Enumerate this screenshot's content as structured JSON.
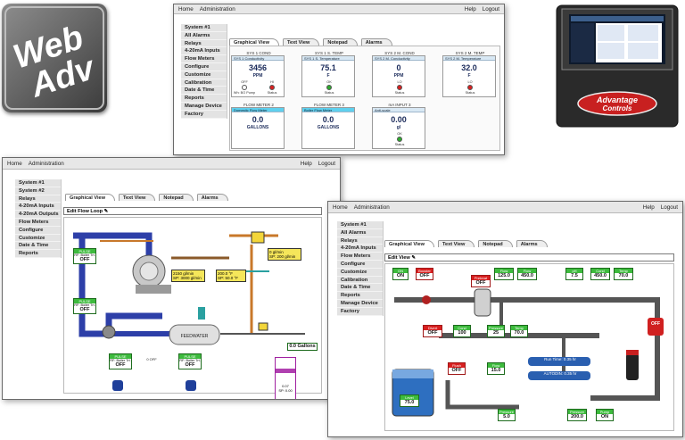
{
  "logo": {
    "line1": "Web",
    "line2": "Adv"
  },
  "device": {
    "brand_line1": "Advantage",
    "brand_line2": "Controls"
  },
  "nav": {
    "home": "Home",
    "admin": "Administration",
    "help": "Help",
    "logout": "Logout"
  },
  "window1": {
    "sidebar": [
      "System #1",
      "All Alarms",
      "Relays",
      "4-20mA Inputs",
      "Flow Meters",
      "Configure",
      "Customize",
      "Calibration",
      "Date & Time",
      "Reports",
      "Manage Device",
      "Factory"
    ],
    "tabs": [
      "Graphical View",
      "Text View",
      "Notepad",
      "Alarms"
    ],
    "gauges_row1": [
      {
        "title": "SYS 1 COND",
        "header": "SYS 1 Conductivity",
        "value": "3456",
        "unit": "PPM",
        "dots": [
          {
            "label": "OFF",
            "color": "#ffffff"
          },
          {
            "label": "HI",
            "color": "#d82020"
          }
        ],
        "dot_labels": [
          "Wh: BO Pump",
          "Status"
        ]
      },
      {
        "title": "SYS 1 S. TEMP",
        "header": "SYS 1 S. Temperature",
        "value": "75.1",
        "unit": "F",
        "dots": [
          {
            "label": "OK",
            "color": "#2eaa2e"
          }
        ],
        "dot_labels": [
          "Status"
        ]
      },
      {
        "title": "SYS 2 M. COND",
        "header": "SYS 2 M. Conductivity",
        "value": "0",
        "unit": "PPM",
        "dots": [
          {
            "label": "LO",
            "color": "#d82020"
          }
        ],
        "dot_labels": [
          "Status"
        ]
      },
      {
        "title": "SYS 2 M. TEMP",
        "header": "SYS 2 M. Temperature",
        "value": "32.0",
        "unit": "F",
        "dots": [
          {
            "label": "LO",
            "color": "#d82020"
          }
        ],
        "dot_labels": [
          "Status"
        ]
      }
    ],
    "gauges_row2": [
      {
        "title": "FLOW METER 2",
        "header": "Domestic Flow Meter",
        "value": "0.0",
        "unit": "GALLONS"
      },
      {
        "title": "FLOW METER 3",
        "header": "Boiler Flow Meter",
        "value": "0.0",
        "unit": "GALLONS"
      },
      {
        "title": "mA INPUT 3",
        "header": "Anti-scale",
        "value": "0.00",
        "unit": "gl",
        "dots": [
          {
            "label": "OK",
            "color": "#2eaa2e"
          }
        ],
        "dot_labels": [
          "Status"
        ]
      }
    ]
  },
  "window2": {
    "sidebar": [
      "System #1",
      "System #2",
      "Relays",
      "4-20mA Inputs",
      "4-20mA Outputs",
      "Flow Meters",
      "Configure",
      "Customize",
      "Date & Time",
      "Reports"
    ],
    "tabs": [
      "Graphical View",
      "Text View",
      "Notepad",
      "Alarms"
    ],
    "edit_label": "Edit Flow Loop",
    "pulse_boxes": [
      {
        "label": "PULSE",
        "sub": "RF: Boiler Trt.",
        "value": "OFF"
      },
      {
        "label": "PULSE",
        "sub": "RF: Boiler Trt.",
        "value": "OFF"
      },
      {
        "label": "PULSE",
        "sub": "RF: Boiler Trt.",
        "value": "OFF"
      },
      {
        "label": "PULSE",
        "sub": "RF: Boiler Trt.",
        "value": "OFF"
      }
    ],
    "feedwater": "FEEDWATER",
    "flow1": "0 gl/min\nSP: 200 gl/min",
    "flow2": "2150 gl/min\nSP: 3000 gl/min",
    "temp1": "200.0 °F\nSP: 50.0 °F",
    "io_box": "0.0 Gallons",
    "off_small": "0 OFF",
    "last_box": "0.07\nSP: 0.00"
  },
  "window3": {
    "sidebar": [
      "System #1",
      "All Alarms",
      "Relays",
      "4-20mA Inputs",
      "Flow Meters",
      "Configure",
      "Customize",
      "Calibration",
      "Date & Time",
      "Reports",
      "Manage Device",
      "Factory"
    ],
    "tabs": [
      "Graphical View",
      "Text View",
      "Notepad",
      "Alarms"
    ],
    "edit_label": "Edit View",
    "top_boxes": [
      {
        "h": "ON",
        "v": "ON",
        "red": false
      },
      {
        "h": "Booster",
        "v": "OFF",
        "red": true
      },
      {
        "h": "Pretreat",
        "v": "OFF",
        "red": true
      },
      {
        "h": "Flow",
        "v": "125.0",
        "red": false
      },
      {
        "h": "Flow",
        "v": "450.0",
        "red": false
      },
      {
        "h": "pH",
        "v": "7.5",
        "red": false
      },
      {
        "h": "Cond",
        "v": "450.0",
        "red": false
      },
      {
        "h": "Temp",
        "v": "70.0",
        "red": false
      }
    ],
    "mid_boxes": [
      {
        "h": "Divert",
        "v": "OFF",
        "red": true
      },
      {
        "h": "Cond",
        "v": "100",
        "red": false
      },
      {
        "h": "Pressure",
        "v": "25",
        "red": false
      },
      {
        "h": "Temp",
        "v": "70.0",
        "red": false
      }
    ],
    "tank": {
      "h": "Level",
      "v": "75.0"
    },
    "flush": {
      "h": "Flush",
      "v": "OFF"
    },
    "flow_box": {
      "h": "Flow",
      "v": "15.0"
    },
    "run_time": "Run Time: 0.35 hr",
    "autodin": "AUTODIN: 0.35 hr",
    "bottom_boxes": [
      {
        "h": "Pressure",
        "v": "5.0"
      },
      {
        "h": "Pressure",
        "v": "200.0"
      },
      {
        "h": "Pump",
        "v": "ON"
      }
    ],
    "right_off": "OFF"
  }
}
